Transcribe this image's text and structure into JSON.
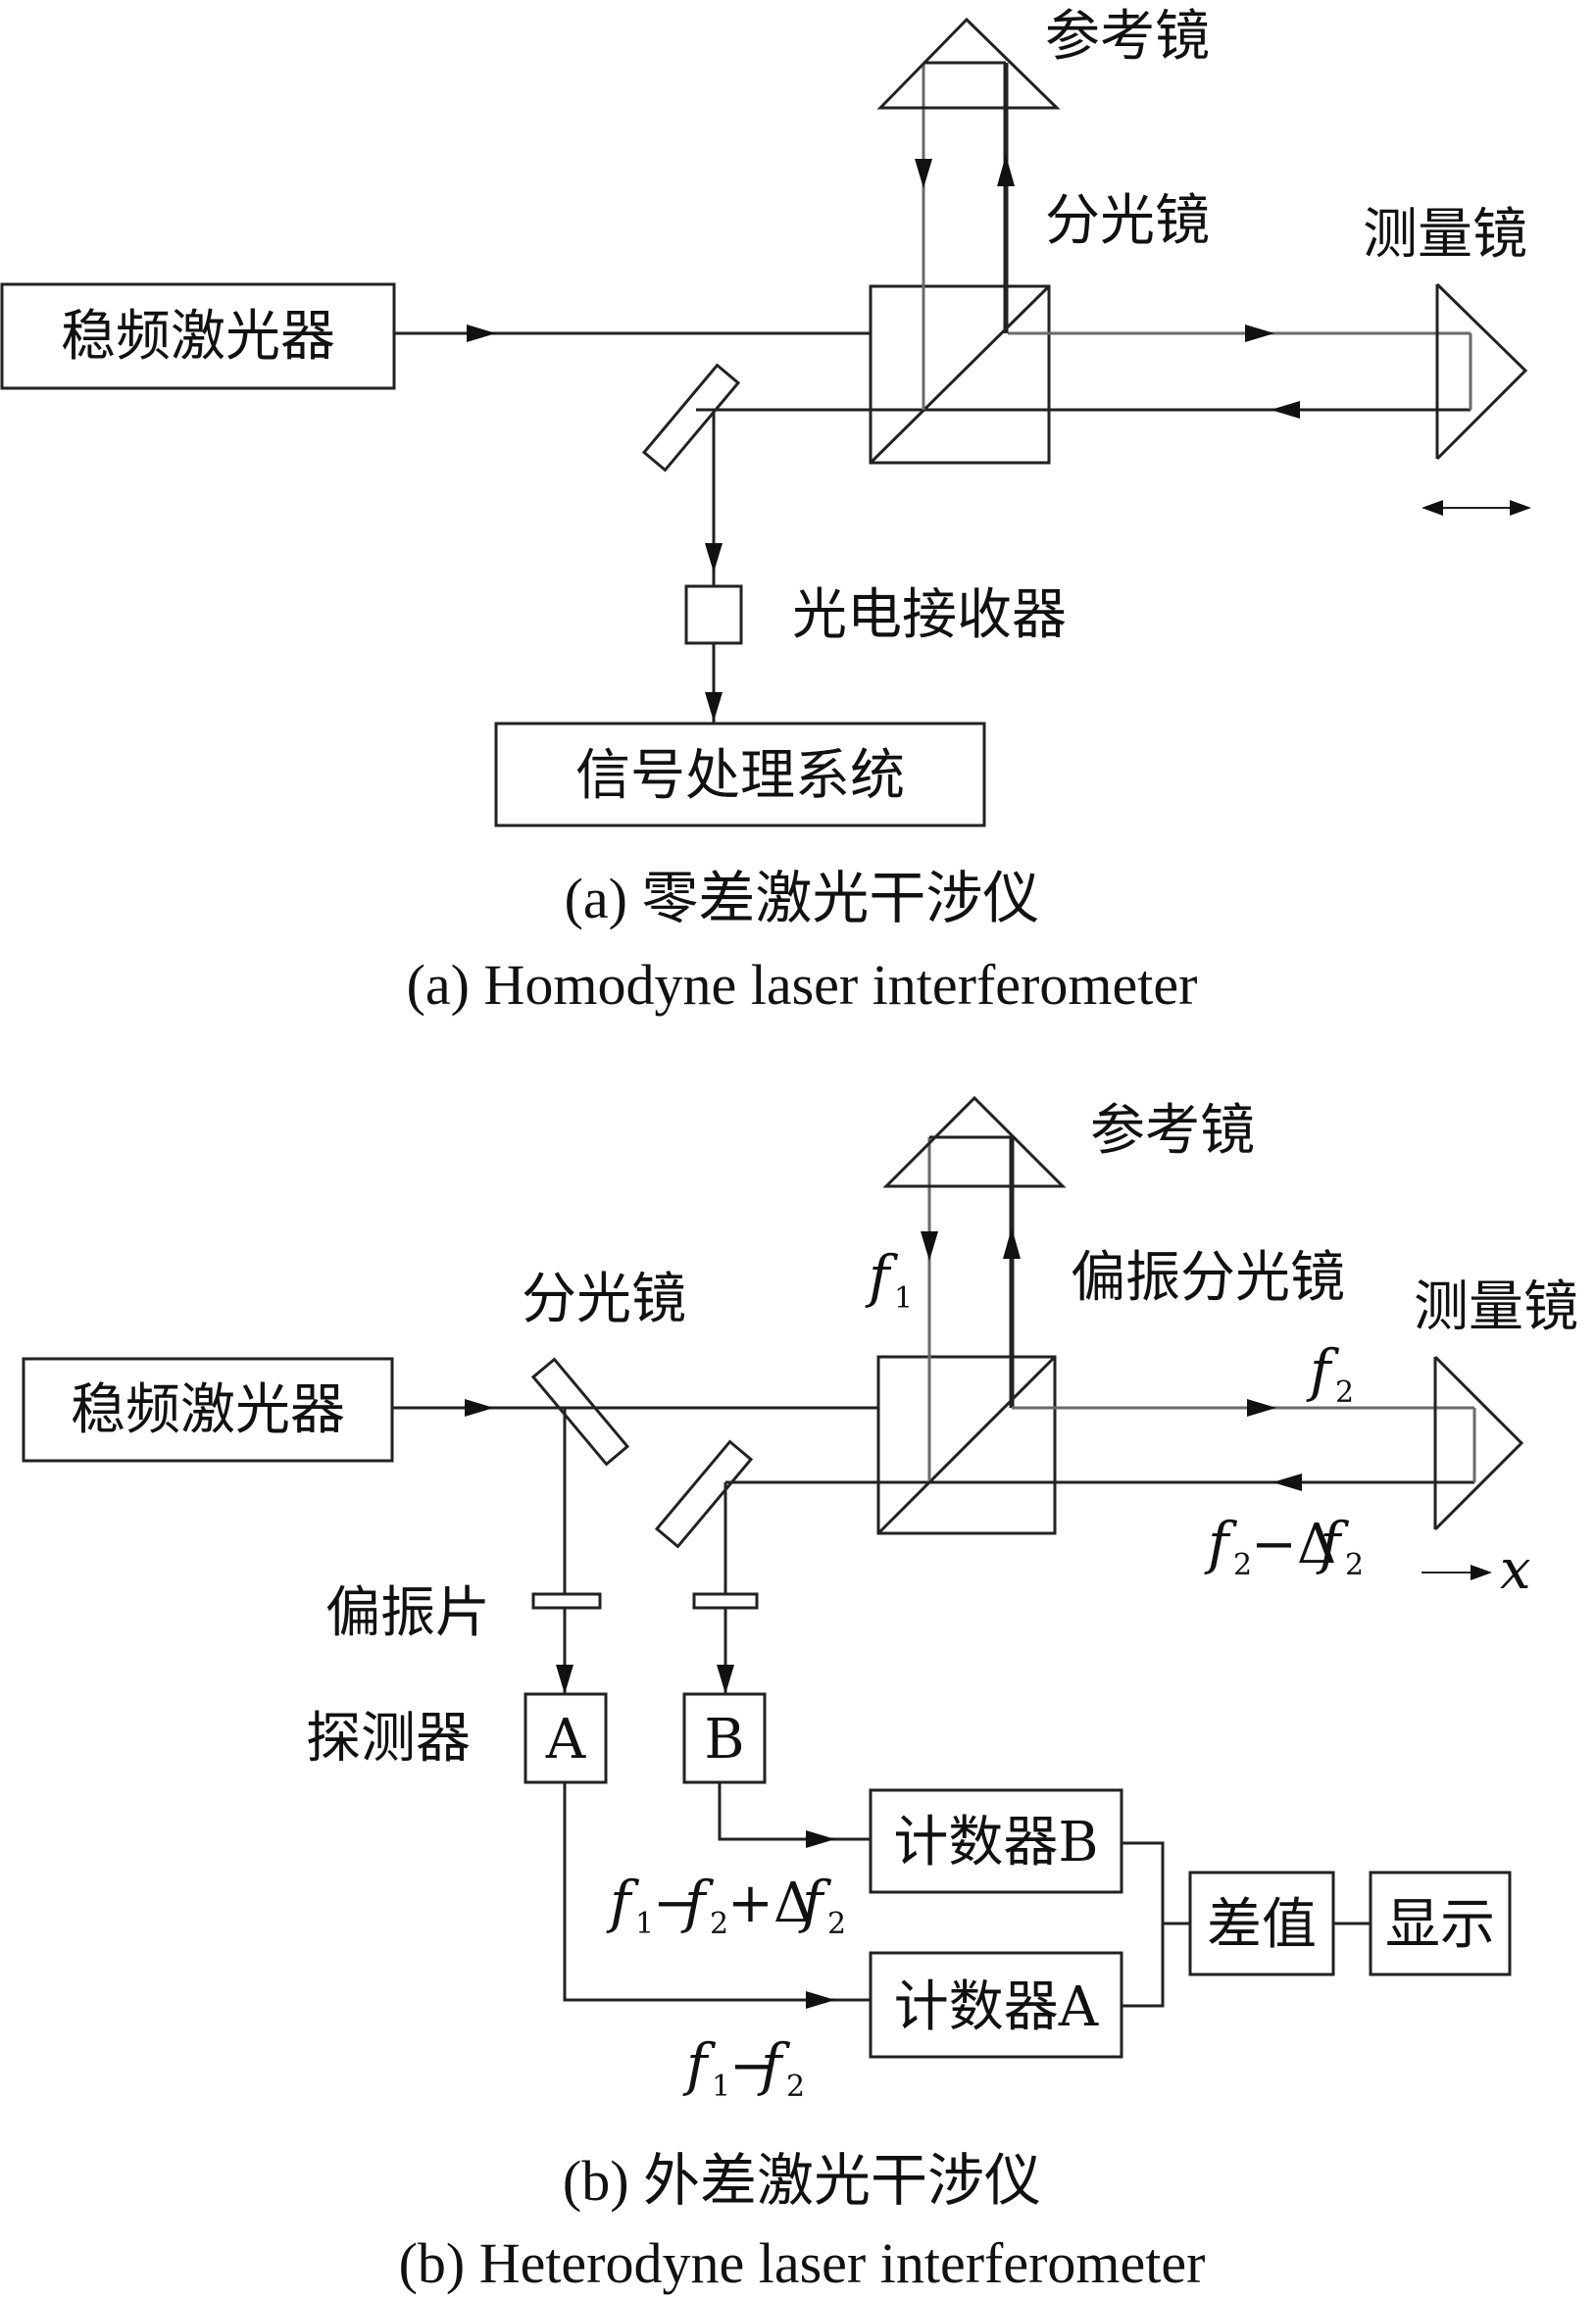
{
  "diagram_a": {
    "source_box": "稳频激光器",
    "reference_mirror": "参考镜",
    "beam_splitter": "分光镜",
    "measurement_mirror": "测量镜",
    "receiver": "光电接收器",
    "processor": "信号处理系统",
    "caption_cn": "(a) 零差激光干涉仪",
    "caption_en": "(a) Homodyne laser interferometer"
  },
  "diagram_b": {
    "source_box": "稳频激光器",
    "beam_splitter": "分光镜",
    "reference_mirror": "参考镜",
    "pbs": "偏振分光镜",
    "measurement_mirror": "测量镜",
    "polarizer": "偏振片",
    "detector": "探测器",
    "detector_a": "A",
    "detector_b": "B",
    "counter_b": "计数器B",
    "counter_a": "计数器A",
    "difference": "差值",
    "display": "显示",
    "axis": "x",
    "freq_f": "f",
    "sub_1": "1",
    "sub_2": "2",
    "minus_delta": "−Δ",
    "minus": "−",
    "plus_delta": "+Δ",
    "caption_cn": "(b) 外差激光干涉仪",
    "caption_en": "(b) Heterodyne laser interferometer"
  }
}
